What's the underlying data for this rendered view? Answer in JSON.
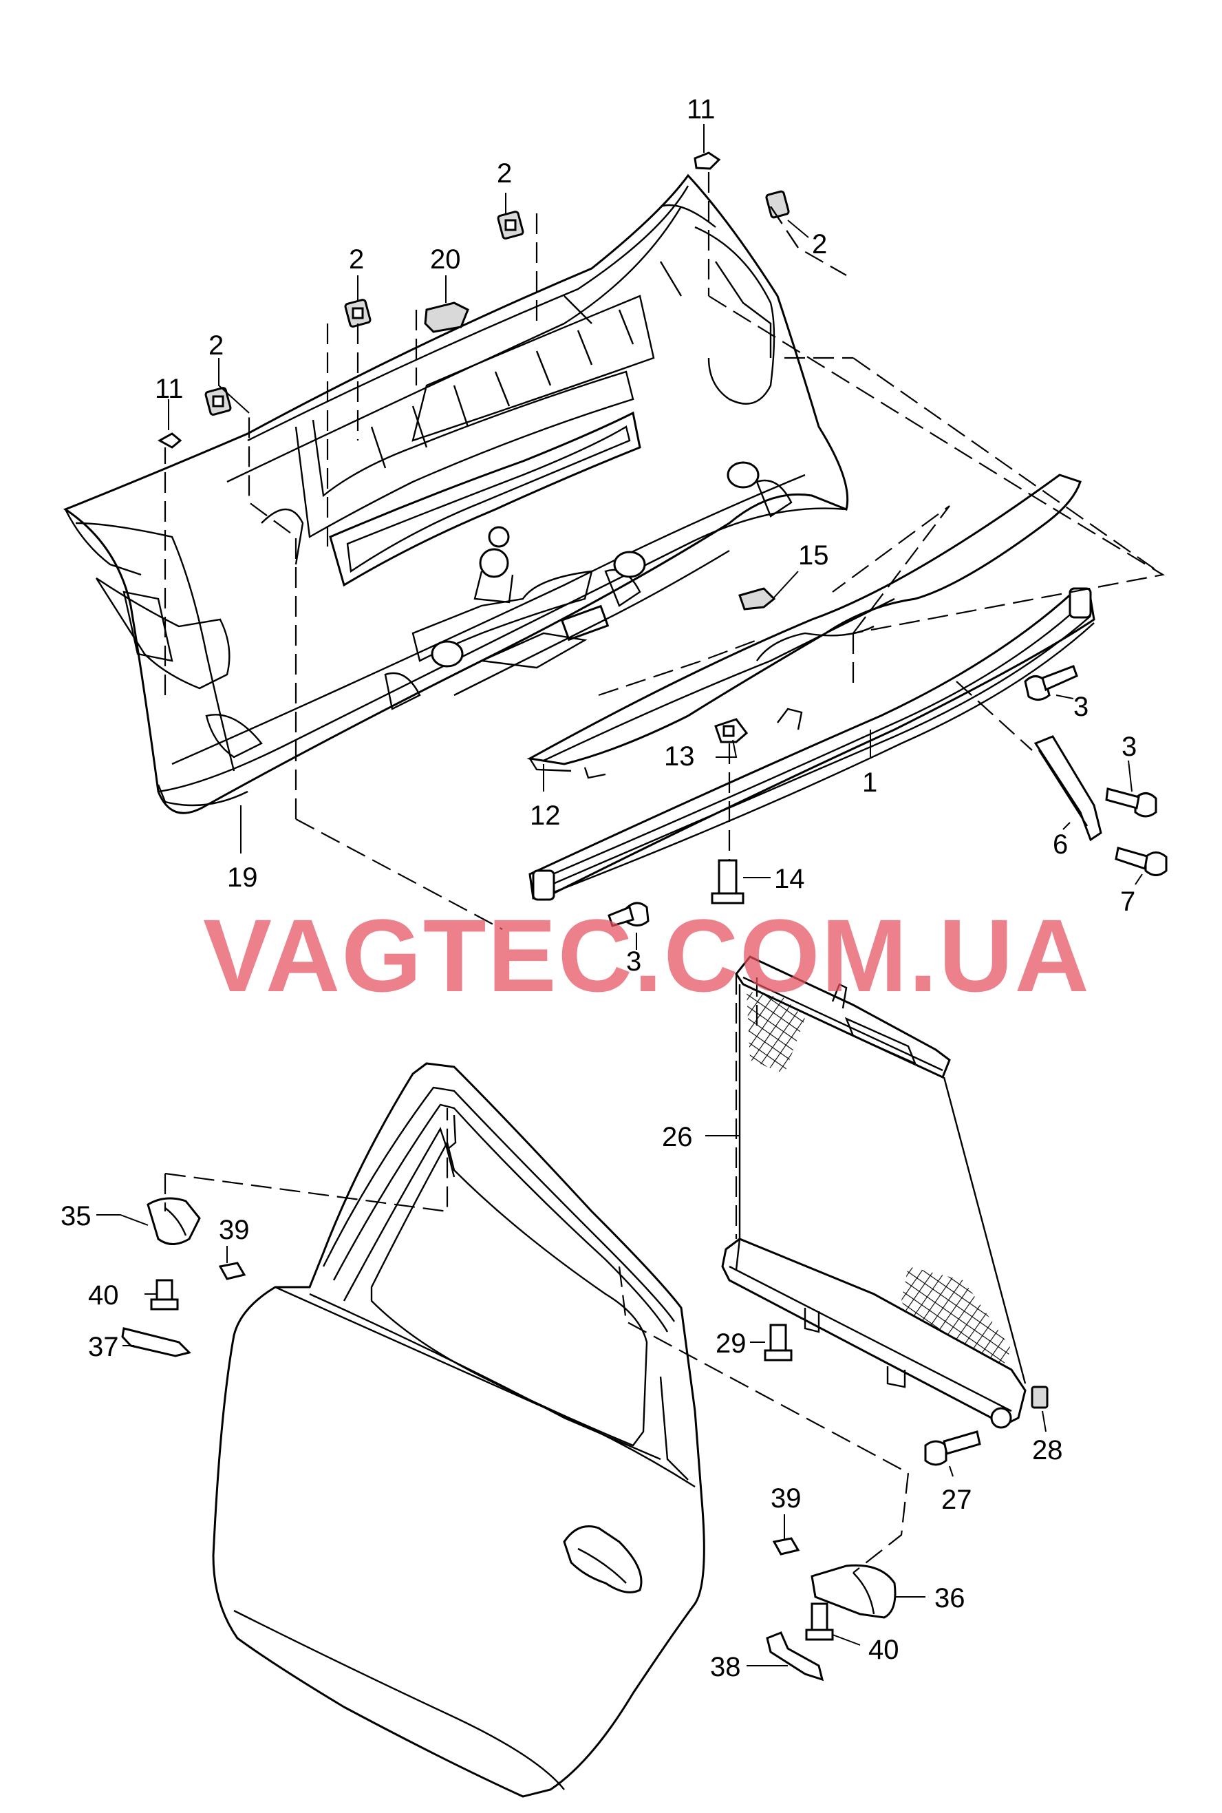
{
  "watermark": "VAGTEC.COM.UA",
  "callouts": {
    "c11a": "11",
    "c2a": "2",
    "c2b": "2",
    "c2c": "2",
    "c20": "20",
    "c2d": "2",
    "c11b": "11",
    "c15": "15",
    "c3a": "3",
    "c3b": "3",
    "c1": "1",
    "c13": "13",
    "c12": "12",
    "c6": "6",
    "c7": "7",
    "c14": "14",
    "c19": "19",
    "c3c": "3",
    "c26": "26",
    "c35": "35",
    "c39a": "39",
    "c40a": "40",
    "c37": "37",
    "c29": "29",
    "c28": "28",
    "c27": "27",
    "c39b": "39",
    "c36": "36",
    "c40b": "40",
    "c38": "38"
  },
  "colors": {
    "watermark": "#e45060",
    "lines": "#000000",
    "background": "#ffffff"
  }
}
